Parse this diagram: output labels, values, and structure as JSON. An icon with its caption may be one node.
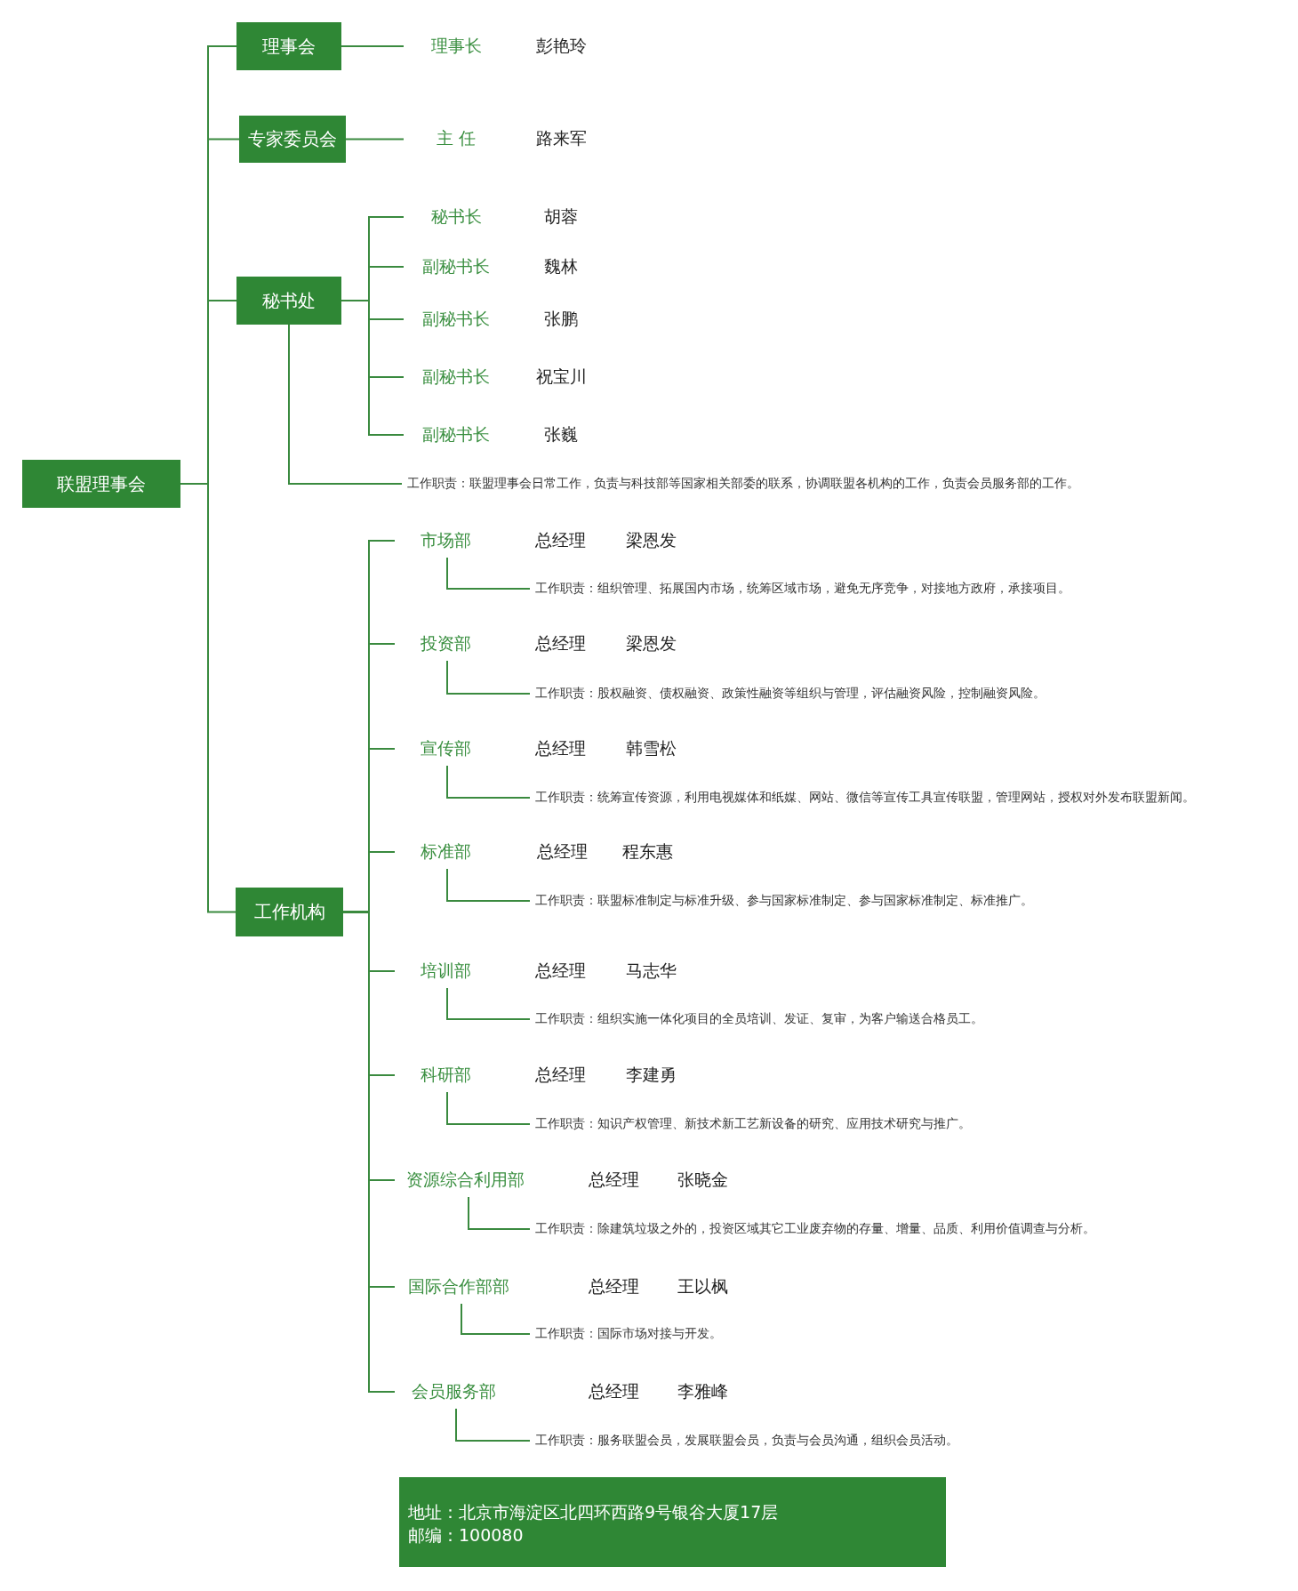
{
  "diagram": {
    "nodes": [
      {
        "text": [
          "联盟理事会"
        ]
      },
      {
        "text": [
          "理事会"
        ]
      },
      {
        "text": [
          "专家委员会"
        ]
      },
      {
        "text": [
          "秘书处"
        ]
      },
      {
        "text": [
          "工作机构"
        ]
      },
      {
        "text": [
          "理事长"
        ],
        "beside": [
          "彭艳玲"
        ]
      },
      {
        "text": [
          "主 任"
        ],
        "beside": [
          "路来军"
        ]
      },
      {
        "text": [
          "秘书长"
        ],
        "beside": [
          "胡蓉"
        ]
      },
      {
        "text": [
          "副秘书长"
        ],
        "beside": [
          "魏林"
        ]
      },
      {
        "text": [
          "副秘书长"
        ],
        "beside": [
          "张鹏"
        ]
      },
      {
        "text": [
          "副秘书长"
        ],
        "beside": [
          "祝宝川"
        ]
      },
      {
        "text": [
          "副秘书长"
        ],
        "beside": [
          "张巍"
        ]
      },
      {
        "text": [
          "工作职责：联盟理事会日常工作，负责与科技部等国家相关部委的联系，协调联盟各机构的工作，负责会员服务部的工作。"
        ]
      },
      {
        "text": [
          "市场部"
        ],
        "beside": [
          "总经理",
          "梁恩发"
        ]
      },
      {
        "text": [
          "工作职责：组织管理、拓展国内市场，统筹区域市场，避免无序竞争，对接地方政府，承接项目。"
        ]
      },
      {
        "text": [
          "投资部"
        ],
        "beside": [
          "总经理",
          "梁恩发"
        ]
      },
      {
        "text": [
          "工作职责：股权融资、债权融资、政策性融资等组织与管理，评估融资风险，控制融资风险。"
        ]
      },
      {
        "text": [
          "宣传部"
        ],
        "beside": [
          "总经理",
          "韩雪松"
        ]
      },
      {
        "text": [
          "工作职责：统筹宣传资源，利用电视媒体和纸媒、网站、微信等宣传工具宣传联盟，管理网站，授权对外发布联盟新闻。"
        ]
      },
      {
        "text": [
          "标准部"
        ],
        "beside": [
          "总经理",
          "程东惠"
        ]
      },
      {
        "text": [
          "工作职责：联盟标准制定与标准升级、参与国家标准制定、参与国家标准制定、标准推广。"
        ]
      },
      {
        "text": [
          "培训部"
        ],
        "beside": [
          "总经理",
          "马志华"
        ]
      },
      {
        "text": [
          "工作职责：组织实施一体化项目的全员培训、发证、复审，为客户输送合格员工。"
        ]
      },
      {
        "text": [
          "科研部"
        ],
        "beside": [
          "总经理",
          "李建勇"
        ]
      },
      {
        "text": [
          "工作职责：知识产权管理、新技术新工艺新设备的研究、应用技术研究与推广。"
        ]
      },
      {
        "text": [
          "资源综合利用部"
        ],
        "beside": [
          "总经理",
          "张晓金"
        ]
      },
      {
        "text": [
          "工作职责：除建筑垃圾之外的，投资区域其它工业废弃物的存量、增量、品质、利用价值调查与分析。"
        ]
      },
      {
        "text": [
          "国际合作部部"
        ],
        "beside": [
          "总经理",
          "王以枫"
        ]
      },
      {
        "text": [
          "工作职责：国际市场对接与开发。"
        ]
      },
      {
        "text": [
          "会员服务部"
        ],
        "beside": [
          "总经理",
          "李雅峰"
        ]
      },
      {
        "text": [
          "工作职责：服务联盟会员，发展联盟会员，负责与会员沟通，组织会员活动。"
        ]
      },
      {
        "text": [
          "地址：北京市海淀区北四环西路9号银谷大厦17层",
          "邮编：100080"
        ]
      }
    ],
    "edges": [
      {
        "from": 0,
        "to": 1,
        "arrow": "none"
      },
      {
        "from": 0,
        "to": 2,
        "arrow": "none"
      },
      {
        "from": 0,
        "to": 3,
        "arrow": "none"
      },
      {
        "from": 0,
        "to": 4,
        "arrow": "none"
      },
      {
        "from": 1,
        "to": 5,
        "arrow": "none"
      },
      {
        "from": 2,
        "to": 6,
        "arrow": "none"
      },
      {
        "from": 3,
        "to": 7,
        "arrow": "none"
      },
      {
        "from": 3,
        "to": 8,
        "arrow": "none"
      },
      {
        "from": 3,
        "to": 9,
        "arrow": "none"
      },
      {
        "from": 3,
        "to": 10,
        "arrow": "none"
      },
      {
        "from": 3,
        "to": 11,
        "arrow": "none"
      },
      {
        "from": 3,
        "to": 12,
        "arrow": "none"
      },
      {
        "from": 4,
        "to": 13,
        "arrow": "none"
      },
      {
        "from": 13,
        "to": 14,
        "arrow": "none"
      },
      {
        "from": 4,
        "to": 15,
        "arrow": "none"
      },
      {
        "from": 15,
        "to": 16,
        "arrow": "none"
      },
      {
        "from": 4,
        "to": 17,
        "arrow": "none"
      },
      {
        "from": 17,
        "to": 18,
        "arrow": "none"
      },
      {
        "from": 4,
        "to": 19,
        "arrow": "none"
      },
      {
        "from": 19,
        "to": 20,
        "arrow": "none"
      },
      {
        "from": 4,
        "to": 21,
        "arrow": "none"
      },
      {
        "from": 21,
        "to": 22,
        "arrow": "none"
      },
      {
        "from": 4,
        "to": 23,
        "arrow": "none"
      },
      {
        "from": 23,
        "to": 24,
        "arrow": "none"
      },
      {
        "from": 4,
        "to": 25,
        "arrow": "none"
      },
      {
        "from": 25,
        "to": 26,
        "arrow": "none"
      },
      {
        "from": 4,
        "to": 27,
        "arrow": "none"
      },
      {
        "from": 27,
        "to": 28,
        "arrow": "none"
      },
      {
        "from": 4,
        "to": 29,
        "arrow": "none"
      },
      {
        "from": 29,
        "to": 30,
        "arrow": "none"
      }
    ]
  }
}
